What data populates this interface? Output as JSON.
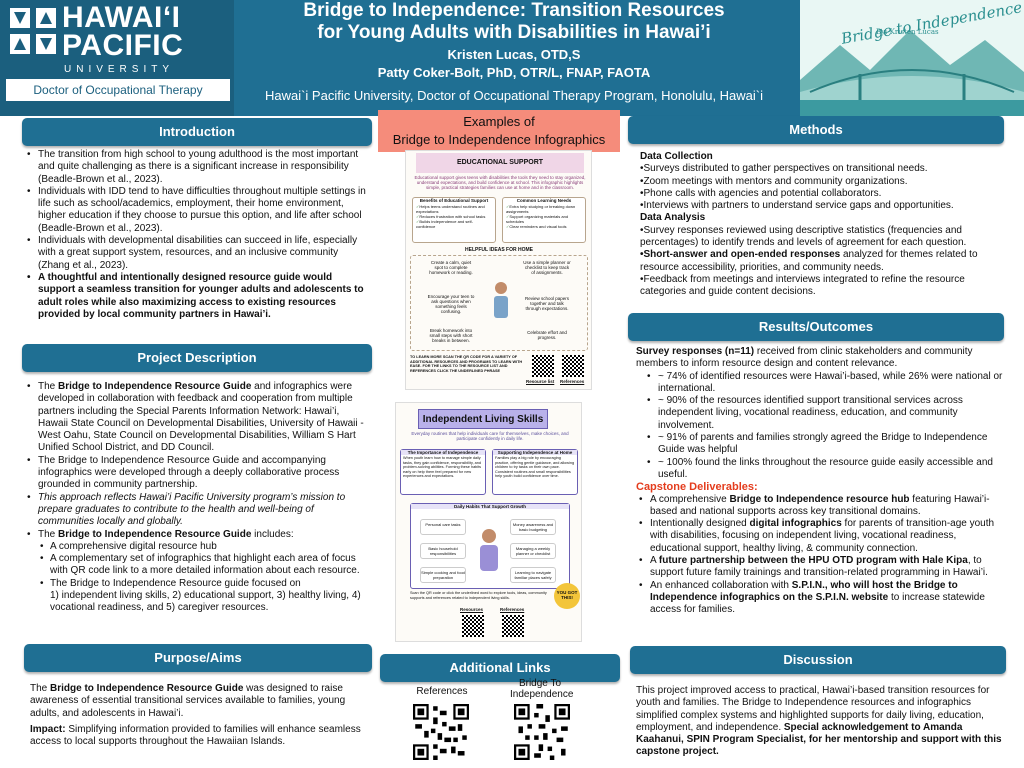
{
  "header": {
    "logo_name_line1": "HAWAIʻI",
    "logo_name_line2": "PACIFIC",
    "logo_university": "UNIVERSITY",
    "logo_program": "Doctor of Occupational Therapy",
    "title_line1": "Bridge to Independence: Transition Resources",
    "title_line2": "for Young Adults with Disabilities in Hawai’i",
    "author1": "Kristen Lucas, OTD,S",
    "author2": "Patty Coker-Bolt, PhD, OTR/L, FNAP, FAOTA",
    "affiliation": "Hawai`i Pacific University, Doctor of Occupational Therapy Program, Honolulu, Hawai`i",
    "brand_title": "Bridge to Independence",
    "brand_by": "By: Kristen Lucas"
  },
  "sections": {
    "introduction": "Introduction",
    "project_description": "Project Description",
    "purpose": "Purpose/Aims",
    "methods": "Methods",
    "results": "Results/Outcomes",
    "discussion": "Discussion",
    "additional_links": "Additional Links",
    "examples_line1": "Examples of",
    "examples_line2": "Bridge to Independence Infographics"
  },
  "intro": {
    "b1": "The transition from high school to young adulthood is the most important and quite challenging as there is a significant increase in responsibility (Beadle-Brown et al., 2023).",
    "b2": "Individuals with IDD tend to have difficulties throughout multiple settings in life such as school/academics, employment, their home environment, higher education if they choose to pursue this option, and life after school (Beadle-Brown et al., 2023).",
    "b3": "Individuals with developmental disabilities can succeed in life, especially with a great support system, resources, and an inclusive community (Zhang et al., 2023).",
    "b4": "A thoughtful and intentionally designed resource guide would support a seamless transition for younger adults and adolescents to adult roles while also maximizing access to existing resources provided by local community partners in Hawai’i."
  },
  "project": {
    "p1_pre": "The ",
    "p1_bold": "Bridge to Independence Resource Guide",
    "p1_post": " and infographics were developed in collaboration with feedback and cooperation from multiple partners including the Special Parents Information Network: Hawai’i, Hawaii State Council on Developmental Disabilities, University of Hawaii - West Oahu, State Council on Developmental Disabilities, William S Hart Unified School District, and DD Council.",
    "p2": "The Bridge to Independence Resource Guide and accompanying infographics were developed through a deeply collaborative process grounded in community partnership.",
    "p3": "This approach reflects Hawai’i Pacific University program’s mission to prepare graduates to contribute to the health and well-being of communities locally and globally.",
    "p4_pre": "The ",
    "p4_bold": "Bridge to Independence Resource Guide",
    "p4_post": " includes:",
    "s1": "A comprehensive digital resource hub",
    "s2": "A complementary set of infographics that highlight each area of focus with QR code link to a more detailed information about each resource.",
    "s3": "The Bridge to Independence Resource guide focused on",
    "s3b": "1) independent living skills, 2) educational support, 3) healthy living, 4) vocational readiness, and 5) caregiver resources."
  },
  "purpose": {
    "p1_pre": "The ",
    "p1_bold": "Bridge to Independence Resource Guide",
    "p1_post": " was designed to raise awareness of essential transitional services available to families, young adults, and adolescents in Hawai’i.",
    "impact_label": "Impact:",
    "impact_text": " Simplifying information provided to families will enhance seamless access to local supports throughout the Hawaiian Islands."
  },
  "methods": {
    "dc_head": "Data Collection",
    "dc1": "•Surveys distributed to gather perspectives on transitional needs.",
    "dc2": "•Zoom meetings with mentors and community organizations.",
    "dc3": "•Phone calls with agencies and potential collaborators.",
    "dc4": "•Interviews with partners to understand service gaps and opportunities.",
    "da_head": "Data Analysis",
    "da1": "•Survey responses reviewed using descriptive statistics (frequencies and percentages) to identify trends and levels of agreement for each question.",
    "da2_bold": "•Short-answer and open-ended responses",
    "da2_post": " analyzed for themes related to resource accessibility, priorities, and community needs.",
    "da3": "•Feedback from meetings and interviews integrated to refine the resource categories and guide content decisions."
  },
  "results": {
    "intro_bold": "Survey responses (n=11)",
    "intro_post": " received from clinic stakeholders and community members to inform resource design and content relevance.",
    "r1": "~ 74% of identified resources were Hawai’i-based, while 26% were national or international.",
    "r2": "~ 90% of the resources identified support transitional services across independent living, vocational readiness, education, and community involvement.",
    "r3": "~ 91% of parents and families strongly agreed the Bridge to Independence Guide was helpful",
    "r4": "~ 100% found the links throughout the resource guide easily accessible and useful.",
    "cap_head": "Capstone Deliverables:",
    "c1_pre": "A comprehensive ",
    "c1_bold": "Bridge to Independence resource hub",
    "c1_post": " featuring Hawai’i-based and national supports across key transitional domains.",
    "c2_pre": "Intentionally designed ",
    "c2_bold": "digital infographics",
    "c2_post": " for parents of transition-age youth with disabilities, focusing on independent living, vocational readiness, educational support, healthy living, & community connection.",
    "c3_pre": "A ",
    "c3_bold": "future partnership between the HPU OTD program with Hale Kipa",
    "c3_post": ", to support future family trainings and transition-related programming in Hawai’i.",
    "c4_pre": "An enhanced collaboration with ",
    "c4_bold": "S.P.I.N., who will host the Bridge to Independence infographics on the S.P.I.N. website",
    "c4_post": " to increase statewide access for families."
  },
  "discussion": {
    "text": "This project improved access to practical, Hawai’i-based transition resources for youth and families. The Bridge to Independence resources and infographics simplified complex systems and highlighted supports for daily living, education, employment, and independence. ",
    "bold": "Special acknowledgement to Amanda Kaahanui, SPIN Program Specialist, for her mentorship and support with this capstone project."
  },
  "links": {
    "references": "References",
    "bridge": "Bridge To Independence"
  },
  "infographic1": {
    "title": "EDUCATIONAL SUPPORT",
    "subtitle": "Educational support gives teens with disabilities the tools they need to stay organized, understand expectations, and build confidence at school. This infographic highlights simple, practical strategies families can use at home and in the classroom.",
    "benefits_head": "Benefits of Educational Support",
    "benefits": [
      "Helps teens understand routines and expectations",
      "Reduces frustration with school tasks",
      "Builds independence and self-confidence"
    ],
    "needs_head": "Common Learning Needs",
    "needs": [
      "Extra help studying or breaking down assignments",
      "Support organizing materials and schedules",
      "Clear reminders and visual tools"
    ],
    "ideas_head": "HELPFUL IDEAS FOR HOME",
    "idea1": "Create a calm, quiet spot to complete homework or reading.",
    "idea2": "Use a simple planner or checklist to keep track of assignments.",
    "idea3": "Encourage your teen to ask questions when something feels confusing.",
    "idea4": "Review school papers together and talk through expectations.",
    "idea5": "Break homework into small steps with short breaks in between.",
    "idea6": "Celebrate effort and progress.",
    "footer": "TO LEARN MORE SCAN THE QR CODE FOR A VARIETY OF ADDITIONAL RESOURCES AND PROGRAMS TO LEARN WITH EASE. FOR THE LINKS TO THE RESOURCE LIST AND REFERENCES CLICK THE UNDERLINED PHRASE",
    "qr1": "Resource list",
    "qr2": "References"
  },
  "infographic2": {
    "title": "Independent Living Skills",
    "subtitle": "Everyday routines that help individuals care for themselves, make choices, and participate confidently in daily life.",
    "card1_head": "The Importance of Independence",
    "card1_body": "When youth learn how to manage simple daily tasks, they gain confidence, responsibility, and problem-solving abilities. Forming these habits early on help them feel prepared for new experiences and expectations.",
    "card2_head": "Supporting Independence at Home",
    "card2_body": "Families play a big role by encouraging practice, offering gentle guidance, and allowing children to try tasks on their own pace. Consistent routines and small responsibilities help youth build confidence over time.",
    "habits_head": "Daily Habits That Support Growth",
    "h1": "Personal care tasks",
    "h2": "Money awareness and basic budgeting",
    "h3": "Basic household responsibilities",
    "h4": "Managing a weekly planner or checklist",
    "h5": "Simple cooking and food preparation",
    "h6": "Learning to navigate familiar places safely",
    "badge": "YOU GOT THIS!",
    "footer": "Scan the QR code or click the underlined word to explore tools, ideas, community supports and references related to independent living skills.",
    "qr1": "Resources",
    "qr2": "References"
  },
  "colors": {
    "header_blue": "#1f6f93",
    "accent_red": "#e43c1d",
    "examples_salmon": "#f58c7b"
  }
}
